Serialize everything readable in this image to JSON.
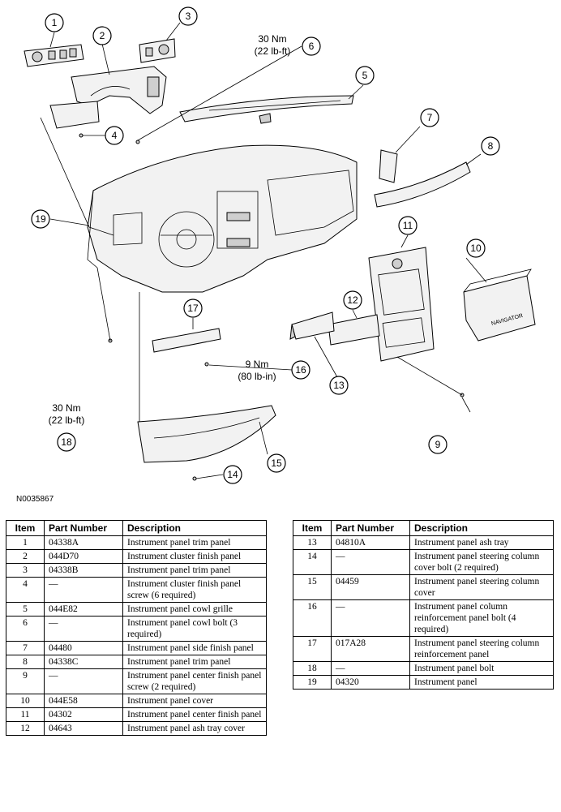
{
  "figure": {
    "callouts": [
      "1",
      "2",
      "3",
      "4",
      "5",
      "6",
      "7",
      "8",
      "9",
      "10",
      "11",
      "12",
      "13",
      "14",
      "15",
      "16",
      "17",
      "18",
      "19"
    ],
    "torque_6": [
      "30 Nm",
      "(22 lb-ft)"
    ],
    "torque_16": [
      "9 Nm",
      "(80 lb-in)"
    ],
    "torque_18": [
      "30 Nm",
      "(22 lb-ft)"
    ],
    "cover_text": "NAVIGATOR",
    "figure_id": "N0035867"
  },
  "table": {
    "headers": {
      "item": "Item",
      "part_number": "Part Number",
      "description": "Description"
    },
    "left_rows": [
      {
        "item": "1",
        "part_number": "04338A",
        "description": "Instrument panel trim panel"
      },
      {
        "item": "2",
        "part_number": "044D70",
        "description": "Instrument cluster finish panel"
      },
      {
        "item": "3",
        "part_number": "04338B",
        "description": "Instrument panel trim panel"
      },
      {
        "item": "4",
        "part_number": "—",
        "description": "Instrument cluster finish panel screw (6 required)"
      },
      {
        "item": "5",
        "part_number": "044E82",
        "description": "Instrument panel cowl grille"
      },
      {
        "item": "6",
        "part_number": "—",
        "description": "Instrument panel cowl bolt (3 required)"
      },
      {
        "item": "7",
        "part_number": "04480",
        "description": "Instrument panel side finish panel"
      },
      {
        "item": "8",
        "part_number": "04338C",
        "description": "Instrument panel trim panel"
      },
      {
        "item": "9",
        "part_number": "—",
        "description": "Instrument panel center finish panel screw (2 required)"
      },
      {
        "item": "10",
        "part_number": "044E58",
        "description": "Instrument panel cover"
      },
      {
        "item": "11",
        "part_number": "04302",
        "description": "Instrument panel center finish panel"
      },
      {
        "item": "12",
        "part_number": "04643",
        "description": "Instrument panel ash tray cover"
      }
    ],
    "right_rows": [
      {
        "item": "13",
        "part_number": "04810A",
        "description": "Instrument panel ash tray"
      },
      {
        "item": "14",
        "part_number": "—",
        "description": "Instrument panel steering column cover bolt (2 required)"
      },
      {
        "item": "15",
        "part_number": "04459",
        "description": "Instrument panel steering column cover"
      },
      {
        "item": "16",
        "part_number": "—",
        "description": "Instrument panel column reinforcement panel bolt (4 required)"
      },
      {
        "item": "17",
        "part_number": "017A28",
        "description": "Instrument panel steering column reinforcement panel"
      },
      {
        "item": "18",
        "part_number": "—",
        "description": "Instrument panel bolt"
      },
      {
        "item": "19",
        "part_number": "04320",
        "description": "Instrument panel"
      }
    ]
  }
}
